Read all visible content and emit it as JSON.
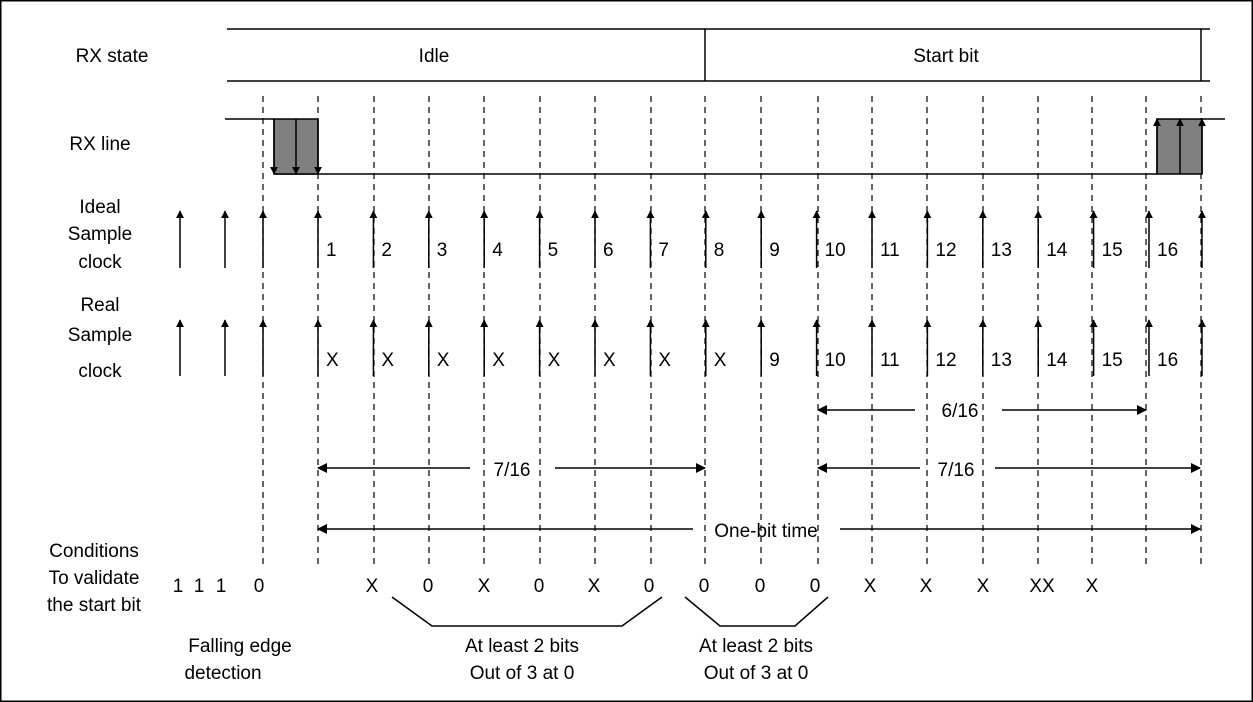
{
  "row_labels": {
    "rx_state": "RX state",
    "rx_line": "RX line",
    "ideal_clock": [
      "Ideal",
      "Sample",
      "clock"
    ],
    "real_clock": [
      "Real",
      "Sample",
      "clock"
    ],
    "conditions": [
      "Conditions",
      "To validate",
      "the start bit"
    ]
  },
  "states": {
    "idle": "Idle",
    "start_bit": "Start bit"
  },
  "ideal_sample_labels": [
    "1",
    "2",
    "3",
    "4",
    "5",
    "6",
    "7",
    "8",
    "9",
    "10",
    "11",
    "12",
    "13",
    "14",
    "15",
    "16"
  ],
  "real_sample_labels": [
    "X",
    "X",
    "X",
    "X",
    "X",
    "X",
    "X",
    "X",
    "9",
    "10",
    "11",
    "12",
    "13",
    "14",
    "15",
    "16"
  ],
  "intervals": {
    "six_sixteenths": "6/16",
    "seven_sixteenths_a": "7/16",
    "seven_sixteenths_b": "7/16",
    "one_bit_time": "One-bit time"
  },
  "condition_values": {
    "falling": [
      "1",
      "1",
      "1",
      "0"
    ],
    "group1": [
      "X",
      "0",
      "X",
      "0",
      "X",
      "0"
    ],
    "group2": [
      "0",
      "0",
      "0"
    ],
    "tail": [
      "X",
      "X",
      "X",
      "XX",
      "X"
    ]
  },
  "notes": {
    "falling_edge": [
      "Falling edge",
      "detection"
    ],
    "at_least_a": [
      "At least 2 bits",
      "Out of 3 at 0"
    ],
    "at_least_b": [
      "At least 2 bits",
      "Out of 3 at 0"
    ]
  },
  "colors": {
    "line": "#000000",
    "transition_fill": "#808080",
    "background": "#ffffff"
  }
}
